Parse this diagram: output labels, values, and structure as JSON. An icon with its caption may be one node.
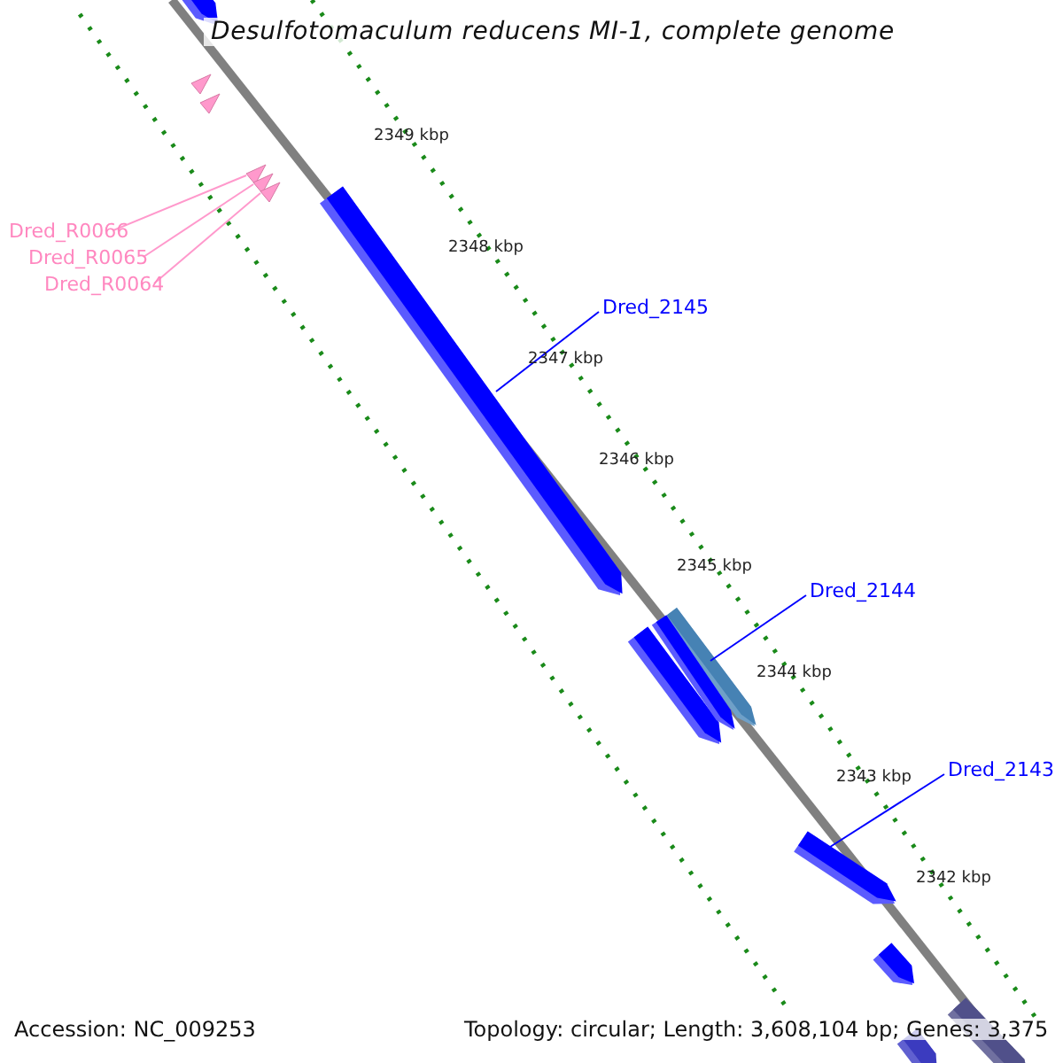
{
  "diagram": {
    "title": "Desulfotomaculum reducens MI-1, complete genome",
    "nodes": [
      {
        "text": [
          "Dred_R0066"
        ]
      },
      {
        "text": [
          "Dred_R0065"
        ]
      },
      {
        "text": [
          "Dred_R0064"
        ]
      },
      {
        "text": [
          "Dred_2145"
        ]
      },
      {
        "text": [
          "Dred_2144"
        ]
      },
      {
        "text": [
          "Dred_2143"
        ]
      },
      {
        "text": [],
        "shape": "triangle"
      },
      {
        "text": [],
        "shape": "triangle"
      },
      {
        "text": [],
        "shape": "triangle"
      },
      {
        "text": [],
        "shape": "bar"
      },
      {
        "text": [],
        "shape": "bar"
      },
      {
        "text": [],
        "shape": "bar"
      },
      {
        "text": [],
        "shape": "triangle"
      },
      {
        "text": [],
        "shape": "triangle"
      },
      {
        "text": [],
        "shape": "bar"
      },
      {
        "text": [],
        "shape": "bar"
      },
      {
        "text": [],
        "shape": "bar"
      },
      {
        "text": [],
        "shape": "bar"
      },
      {
        "text": [],
        "shape": "bar"
      },
      {
        "text": [],
        "shape": "bar"
      }
    ],
    "edges": [
      {
        "from": 0,
        "to": 6,
        "arrow": "none",
        "color": "#ff99cc"
      },
      {
        "from": 1,
        "to": 7,
        "arrow": "none",
        "color": "#ff99cc"
      },
      {
        "from": 2,
        "to": 8,
        "arrow": "none",
        "color": "#ff99cc"
      },
      {
        "from": 3,
        "to": 9,
        "arrow": "none",
        "color": "#0000ff"
      },
      {
        "from": 4,
        "to": 10,
        "arrow": "none",
        "color": "#0000ff"
      },
      {
        "from": 5,
        "to": 11,
        "arrow": "none",
        "color": "#0000ff"
      }
    ],
    "labels": [
      "2349 kbp",
      "2348 kbp",
      "2347 kbp",
      "2346 kbp",
      "2345 kbp",
      "2344 kbp",
      "2343 kbp",
      "2342 kbp",
      "Accession: NC_009253",
      "Topology: circular; Length: 3,608,104 bp; Genes: 3,375"
    ]
  }
}
